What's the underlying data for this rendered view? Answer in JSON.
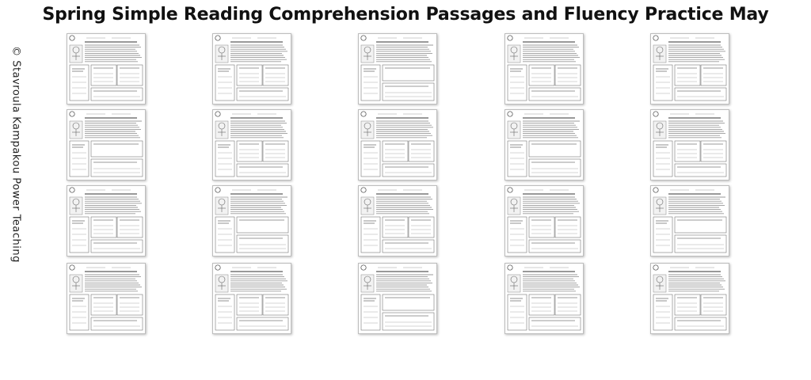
{
  "title": "Spring Simple Reading Comprehension Passages and Fluency Practice May",
  "side_credit": "© Stavroula Kampakou Power Teaching",
  "thumbnails": {
    "rows": 4,
    "columns": 5,
    "count": 20
  }
}
